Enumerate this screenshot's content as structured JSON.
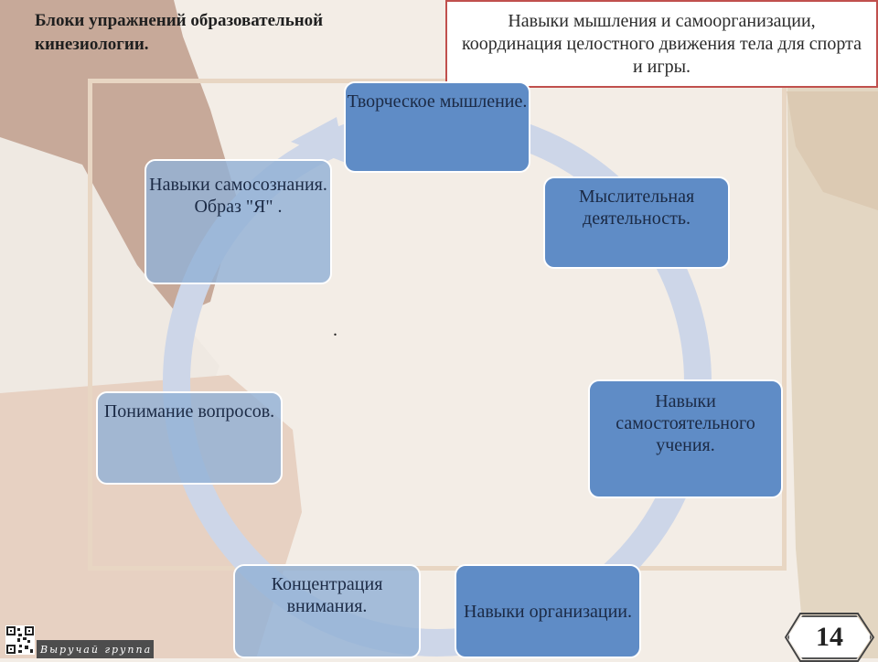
{
  "heading": "Блоки упражнений образовательной кинезиологии.",
  "subtitle": "Навыки мышления и самоорганизации, координация целостного движения тела для спорта и игры.",
  "center_mark": ".",
  "nodes": [
    {
      "label": "Творческое мышление.",
      "style": "dark"
    },
    {
      "label": "Мыслительная деятельность.",
      "style": "dark"
    },
    {
      "label": "Навыки самостоятельного учения.",
      "style": "dark"
    },
    {
      "label": "Навыки организации.",
      "style": "dark"
    },
    {
      "label": "Концентрация внимания.",
      "style": "light"
    },
    {
      "label": "Понимание вопросов.",
      "style": "light"
    },
    {
      "label": "Навыки самосознания. Образ \"Я\" .",
      "style": "light"
    }
  ],
  "page_number": "14",
  "brand_text": "Выручай группа",
  "colors": {
    "node_dark": "#5f8cc6",
    "node_light": "#93b1d6",
    "ring": "#cdd6e8",
    "subtitle_border": "#c0504d"
  }
}
